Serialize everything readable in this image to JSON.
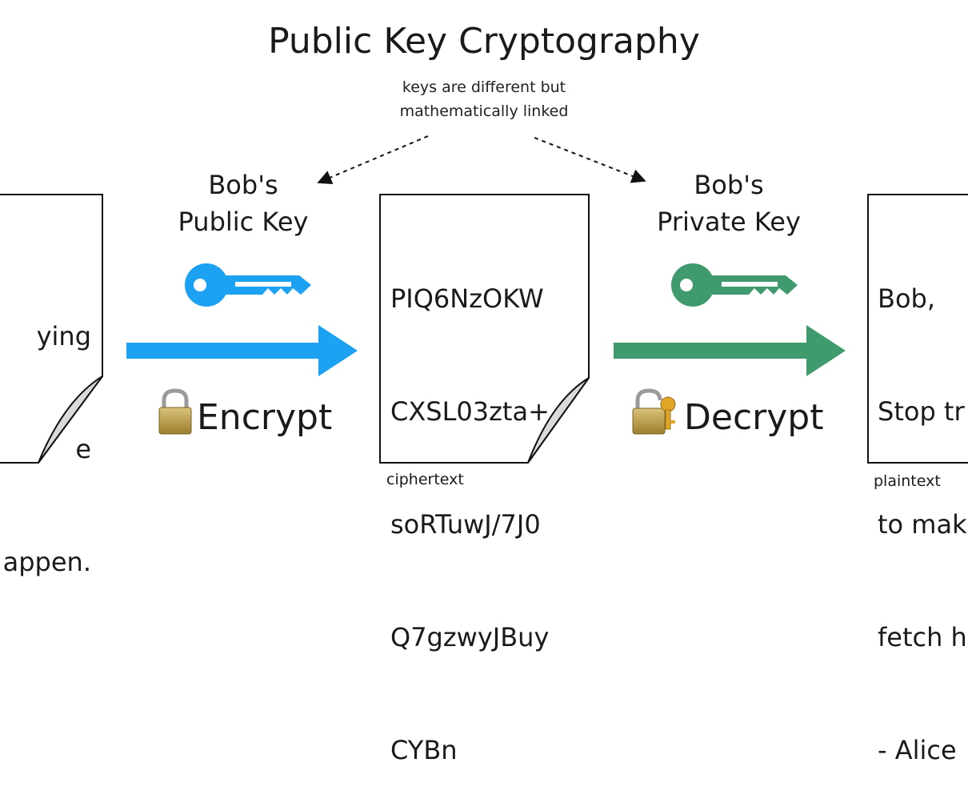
{
  "title": "Public Key Cryptography",
  "subtitle_lines": [
    "keys are different but",
    "mathematically linked"
  ],
  "public_key": {
    "label_lines": [
      "Bob's",
      "Public Key"
    ],
    "color": "#1da1f2"
  },
  "private_key": {
    "label_lines": [
      "Bob's",
      "Private Key"
    ],
    "color": "#3f9b6e"
  },
  "actions": {
    "encrypt": "Encrypt",
    "decrypt": "Decrypt"
  },
  "left_doc": {
    "lines": [
      "ying",
      "e",
      "appen."
    ]
  },
  "cipher_doc": {
    "lines": [
      "PIQ6NzOKW",
      "CXSL03zta+",
      "soRTuwJ/7J0",
      "Q7gzwyJBuy",
      "CYBn"
    ],
    "caption": "ciphertext"
  },
  "right_doc": {
    "lines": [
      "Bob,",
      "Stop tr",
      "to mak",
      "fetch h",
      "- Alice"
    ],
    "caption": "plaintext"
  }
}
